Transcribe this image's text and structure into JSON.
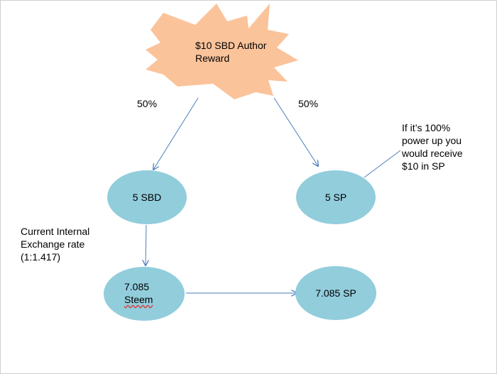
{
  "colors": {
    "burst_fill": "#fbc39a",
    "node_fill": "#92cddc",
    "arrow": "#4a7ebb",
    "connector": "#4a7ebb"
  },
  "burst": {
    "line1": "$10 SBD Author",
    "line2": "Reward"
  },
  "edges": {
    "left_pct": "50%",
    "right_pct": "50%"
  },
  "nodes": {
    "sbd": "5 SBD",
    "sp": "5 SP",
    "steem_value": "7.085",
    "steem_unit": "Steem",
    "sp_result": "7.085 SP"
  },
  "callout": {
    "line1": "If it’s 100%",
    "line2": "power up you",
    "line3": "would receive",
    "line4": "$10 in SP"
  },
  "exchange_note": {
    "line1": "Current Internal",
    "line2": "Exchange rate",
    "line3": "(1:1.417)"
  }
}
